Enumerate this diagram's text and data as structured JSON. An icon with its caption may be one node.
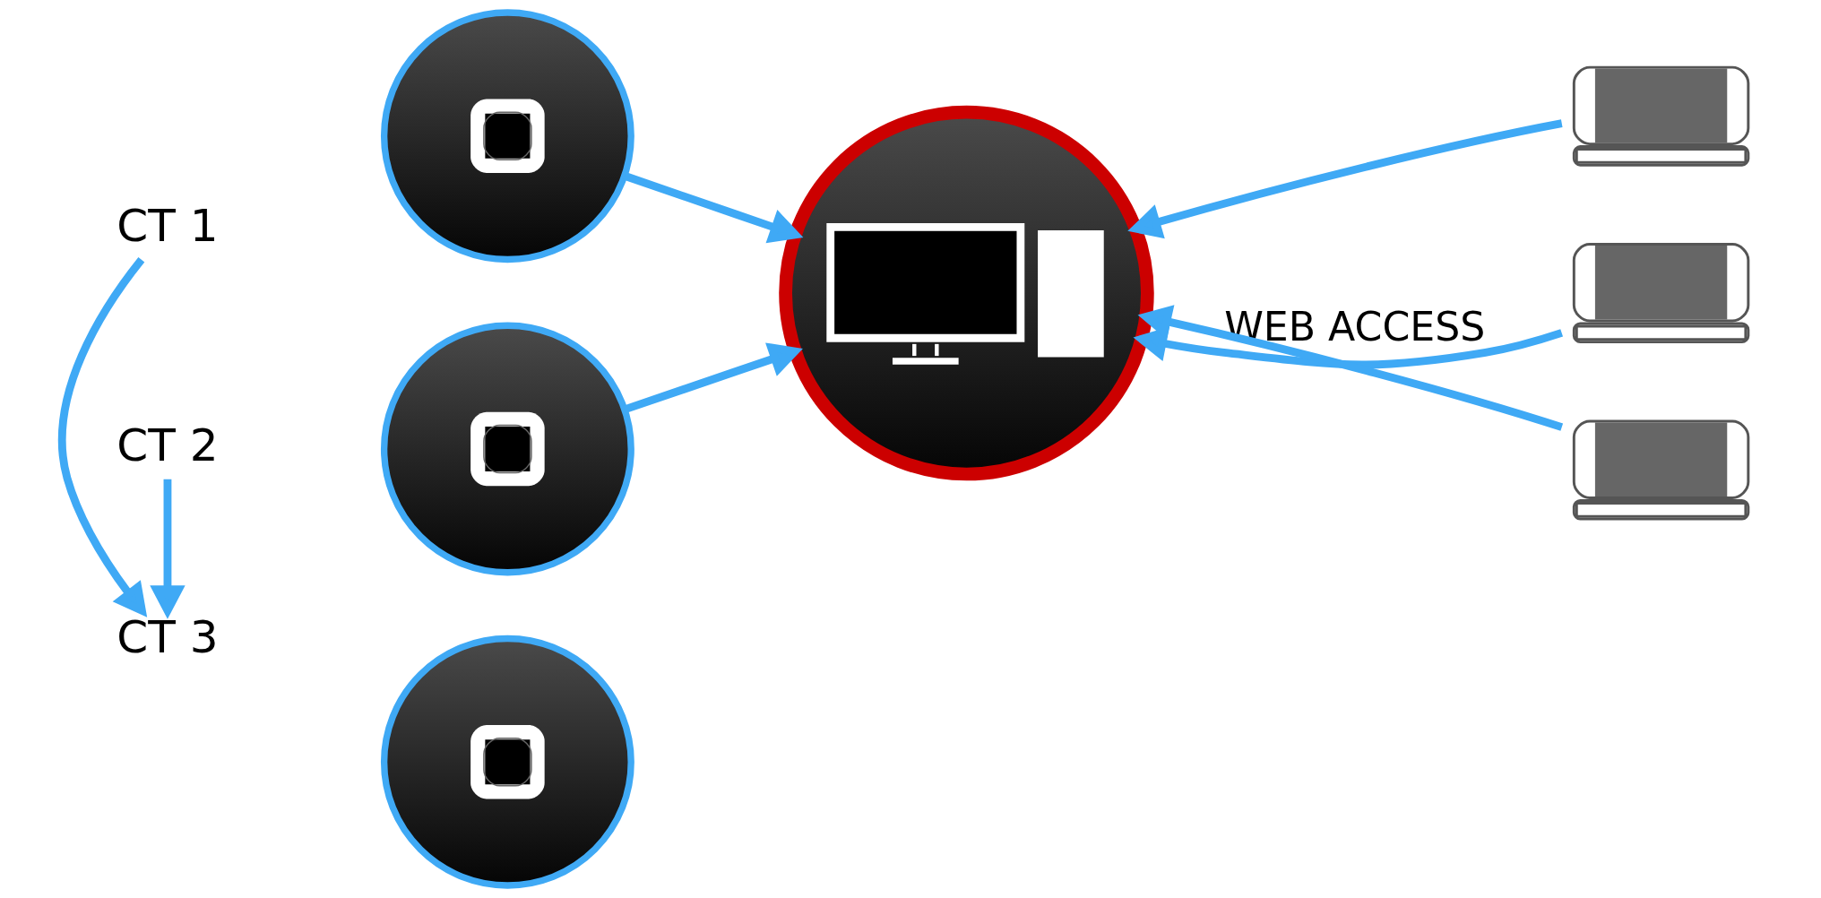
{
  "diagram": {
    "nodes": [
      {
        "text": [
          "CT 1"
        ]
      },
      {
        "text": [],
        "shape": "circle"
      },
      {
        "text": [
          "CT 2"
        ]
      },
      {
        "text": [],
        "shape": "circle"
      },
      {
        "text": [
          "CT 3"
        ]
      },
      {
        "text": [],
        "shape": "circle"
      },
      {
        "text": [],
        "shape": "circle"
      },
      {
        "text": [],
        "shape": "picture"
      },
      {
        "text": [],
        "shape": "picture"
      },
      {
        "text": [],
        "shape": "picture"
      }
    ],
    "edges": [
      {
        "from": 0,
        "to": 4,
        "arrow": "to"
      },
      {
        "from": 2,
        "to": 4,
        "arrow": "to"
      },
      {
        "from": 1,
        "to": 6,
        "arrow": "to"
      },
      {
        "from": 3,
        "to": 6,
        "arrow": "to"
      },
      {
        "from": 7,
        "to": 6,
        "arrow": "to"
      },
      {
        "from": 8,
        "to": 6,
        "arrow": "to",
        "label": "WEB ACCESS"
      },
      {
        "from": 9,
        "to": 6,
        "arrow": "to"
      }
    ]
  }
}
